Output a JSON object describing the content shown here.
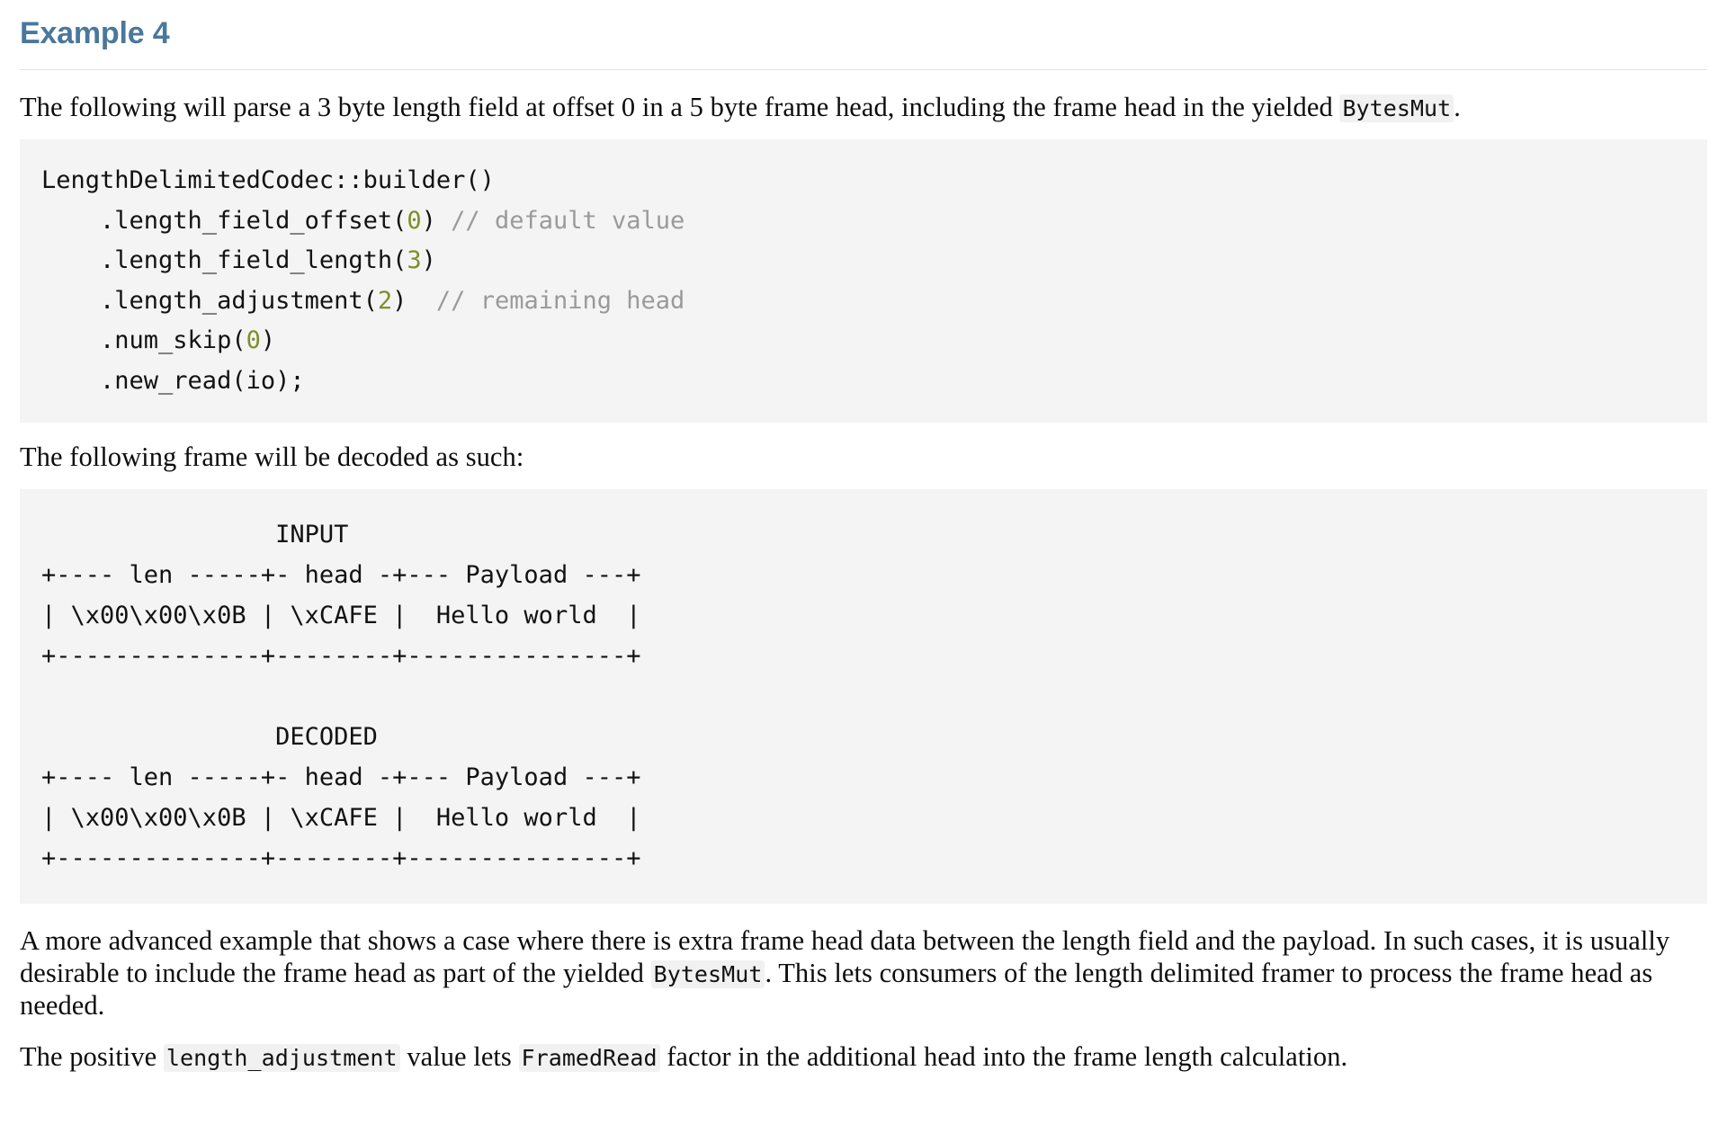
{
  "heading": {
    "title": "Example 4"
  },
  "intro_paragraph": {
    "before_code": "The following will parse a 3 byte length field at offset 0 in a 5 byte frame head, including the frame head in the yielded ",
    "code": "BytesMut",
    "after_code": "."
  },
  "builder_code": {
    "lines": [
      {
        "segments": [
          {
            "text": "LengthDelimitedCodec::builder()",
            "kind": "plain"
          }
        ]
      },
      {
        "segments": [
          {
            "text": "    .length_field_offset(",
            "kind": "plain"
          },
          {
            "text": "0",
            "kind": "number"
          },
          {
            "text": ") ",
            "kind": "plain"
          },
          {
            "text": "// default value",
            "kind": "comment"
          }
        ]
      },
      {
        "segments": [
          {
            "text": "    .length_field_length(",
            "kind": "plain"
          },
          {
            "text": "3",
            "kind": "number"
          },
          {
            "text": ")",
            "kind": "plain"
          }
        ]
      },
      {
        "segments": [
          {
            "text": "    .length_adjustment(",
            "kind": "plain"
          },
          {
            "text": "2",
            "kind": "number"
          },
          {
            "text": ")  ",
            "kind": "plain"
          },
          {
            "text": "// remaining head",
            "kind": "comment"
          }
        ]
      },
      {
        "segments": [
          {
            "text": "    .num_skip(",
            "kind": "plain"
          },
          {
            "text": "0",
            "kind": "number"
          },
          {
            "text": ")",
            "kind": "plain"
          }
        ]
      },
      {
        "segments": [
          {
            "text": "    .new_read(io);",
            "kind": "plain"
          }
        ]
      }
    ]
  },
  "frame_paragraph": {
    "text": "The following frame will be decoded as such:"
  },
  "frame_diagram": {
    "text": "                INPUT\n+---- len -----+- head -+--- Payload ---+\n| \\x00\\x00\\x0B | \\xCAFE |  Hello world  |\n+--------------+--------+---------------+\n\n                DECODED\n+---- len -----+- head -+--- Payload ---+\n| \\x00\\x00\\x0B | \\xCAFE |  Hello world  |\n+--------------+--------+---------------+"
  },
  "advanced_paragraph": {
    "part1": "A more advanced example that shows a case where there is extra frame head data between the length field and the payload. In such cases, it is usually desirable to include the frame head as part of the yielded ",
    "code1": "BytesMut",
    "part2": ". This lets consumers of the length delimited framer to process the frame head as needed."
  },
  "positive_paragraph": {
    "part1": "The positive ",
    "code1": "length_adjustment",
    "part2": " value lets ",
    "code2": "FramedRead",
    "part3": " factor in the additional head into the frame length calculation."
  },
  "colors": {
    "heading": "#4a789c",
    "rule": "#e3e3e3",
    "code_background": "#f4f4f4",
    "inline_code_background": "#f1f1f1",
    "number_token": "#7d9029",
    "comment_token": "#9a9a9a",
    "body_text": "#0d0d0d"
  }
}
